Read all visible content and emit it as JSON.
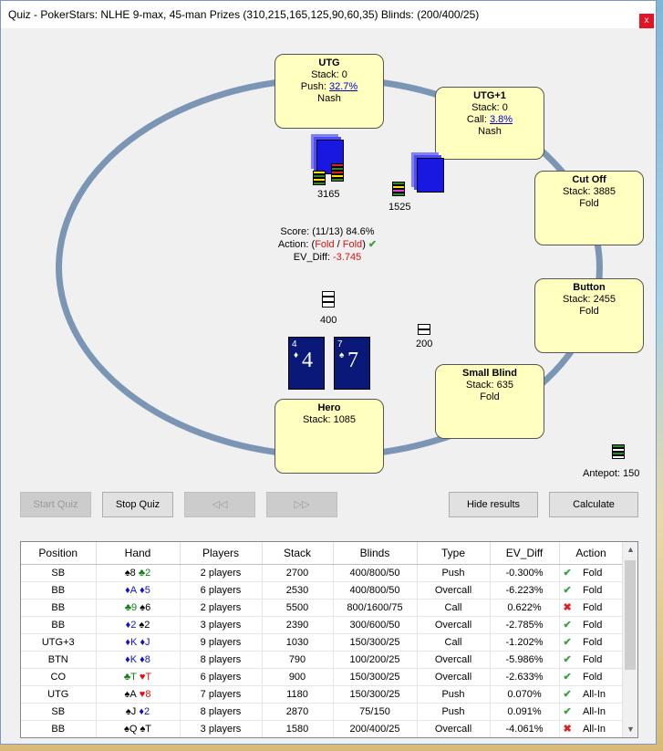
{
  "window": {
    "title": "Quiz - PokerStars: NLHE 9-max, 45-man Prizes (310,215,165,125,90,60,35) Blinds: (200/400/25)",
    "close_glyph": "x"
  },
  "seats": {
    "utg": {
      "name": "UTG",
      "stack": "Stack: 0",
      "action_prefix": "Push: ",
      "action_link": "32.7%",
      "mode": "Nash"
    },
    "utg1": {
      "name": "UTG+1",
      "stack": "Stack: 0",
      "action_prefix": "Call: ",
      "action_link": "3.8%",
      "mode": "Nash"
    },
    "cutoff": {
      "name": "Cut Off",
      "stack": "Stack: 3885",
      "action": "Fold"
    },
    "button": {
      "name": "Button",
      "stack": "Stack: 2455",
      "action": "Fold"
    },
    "sb": {
      "name": "Small Blind",
      "stack": "Stack: 635",
      "action": "Fold"
    },
    "hero": {
      "name": "Hero",
      "stack": "Stack: 1085"
    }
  },
  "pot_labels": {
    "utg_bet": "3165",
    "utg1_bet": "1525",
    "hero_blind": "400",
    "sb_blind": "200",
    "antepot": "Antepot: 150"
  },
  "hero_cards": [
    {
      "rank": "4",
      "suit": "♦"
    },
    {
      "rank": "7",
      "suit": "♠"
    }
  ],
  "score": {
    "line1": "Score: (11/13) 84.6%",
    "action_label": "Action: (",
    "action_a": "Fold",
    "action_sep": " / ",
    "action_b": "Fold",
    "action_close": ")",
    "ev_label": "EV_Diff: ",
    "ev_value": "-3.745"
  },
  "buttons": {
    "start_quiz": "Start Quiz",
    "stop_quiz": "Stop Quiz",
    "prev": "◁◁",
    "next": "▷▷",
    "hide_results": "Hide results",
    "calculate": "Calculate"
  },
  "results": {
    "columns": [
      "Position",
      "Hand",
      "Players",
      "Stack",
      "Blinds",
      "Type",
      "EV_Diff",
      "Action"
    ],
    "rows": [
      {
        "position": "SB",
        "h1": "♠8",
        "h1c": "c-blk",
        "h2": "♣2",
        "h2c": "c-grn",
        "players": "2 players",
        "stack": "2700",
        "blinds": "400/800/50",
        "type": "Push",
        "ev": "-0.300%",
        "ok": true,
        "action": "Fold"
      },
      {
        "position": "BB",
        "h1": "♦A",
        "h1c": "c-blu",
        "h2": "♦5",
        "h2c": "c-blu",
        "players": "6 players",
        "stack": "2530",
        "blinds": "400/800/50",
        "type": "Overcall",
        "ev": "-6.223%",
        "ok": true,
        "action": "Fold"
      },
      {
        "position": "BB",
        "h1": "♣9",
        "h1c": "c-grn",
        "h2": "♠6",
        "h2c": "c-blk",
        "players": "2 players",
        "stack": "5500",
        "blinds": "800/1600/75",
        "type": "Call",
        "ev": "0.622%",
        "ok": false,
        "action": "Fold"
      },
      {
        "position": "BB",
        "h1": "♦2",
        "h1c": "c-blu",
        "h2": "♠2",
        "h2c": "c-blk",
        "players": "3 players",
        "stack": "2390",
        "blinds": "300/600/50",
        "type": "Overcall",
        "ev": "-2.785%",
        "ok": true,
        "action": "Fold"
      },
      {
        "position": "UTG+3",
        "h1": "♦K",
        "h1c": "c-blu",
        "h2": "♦J",
        "h2c": "c-blu",
        "players": "9 players",
        "stack": "1030",
        "blinds": "150/300/25",
        "type": "Call",
        "ev": "-1.202%",
        "ok": true,
        "action": "Fold"
      },
      {
        "position": "BTN",
        "h1": "♦K",
        "h1c": "c-blu",
        "h2": "♦8",
        "h2c": "c-blu",
        "players": "8 players",
        "stack": "790",
        "blinds": "100/200/25",
        "type": "Overcall",
        "ev": "-5.986%",
        "ok": true,
        "action": "Fold"
      },
      {
        "position": "CO",
        "h1": "♣T",
        "h1c": "c-grn",
        "h2": "♥T",
        "h2c": "c-red",
        "players": "6 players",
        "stack": "900",
        "blinds": "150/300/25",
        "type": "Overcall",
        "ev": "-2.633%",
        "ok": true,
        "action": "Fold"
      },
      {
        "position": "UTG",
        "h1": "♠A",
        "h1c": "c-blk",
        "h2": "♥8",
        "h2c": "c-red",
        "players": "7 players",
        "stack": "1180",
        "blinds": "150/300/25",
        "type": "Push",
        "ev": "0.070%",
        "ok": true,
        "action": "All-In"
      },
      {
        "position": "SB",
        "h1": "♠J",
        "h1c": "c-blk",
        "h2": "♦2",
        "h2c": "c-blu",
        "players": "8 players",
        "stack": "2870",
        "blinds": "75/150",
        "type": "Push",
        "ev": "0.091%",
        "ok": true,
        "action": "All-In"
      },
      {
        "position": "BB",
        "h1": "♠Q",
        "h1c": "c-blk",
        "h2": "♠T",
        "h2c": "c-blk",
        "players": "3 players",
        "stack": "1580",
        "blinds": "200/400/25",
        "type": "Overcall",
        "ev": "-4.061%",
        "ok": false,
        "action": "All-In"
      }
    ],
    "check_glyph": "✔",
    "cross_glyph": "✖",
    "scroll_up_glyph": "▲",
    "scroll_down_glyph": "▼"
  },
  "colors": {
    "seat_fill": "#ffffc0",
    "ring": "#7b96b4",
    "card_back": "#0a1878",
    "deck": "#1818e0",
    "correct": "#3aa33a",
    "wrong": "#e02020"
  }
}
